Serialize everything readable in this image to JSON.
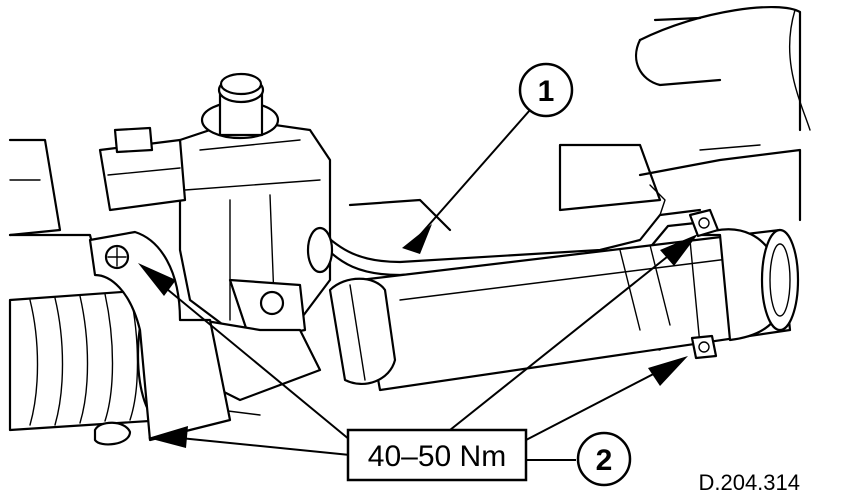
{
  "callouts": {
    "one": "1",
    "two": "2"
  },
  "torque_label": "40–50 Nm",
  "reference_code": "D.204.314"
}
